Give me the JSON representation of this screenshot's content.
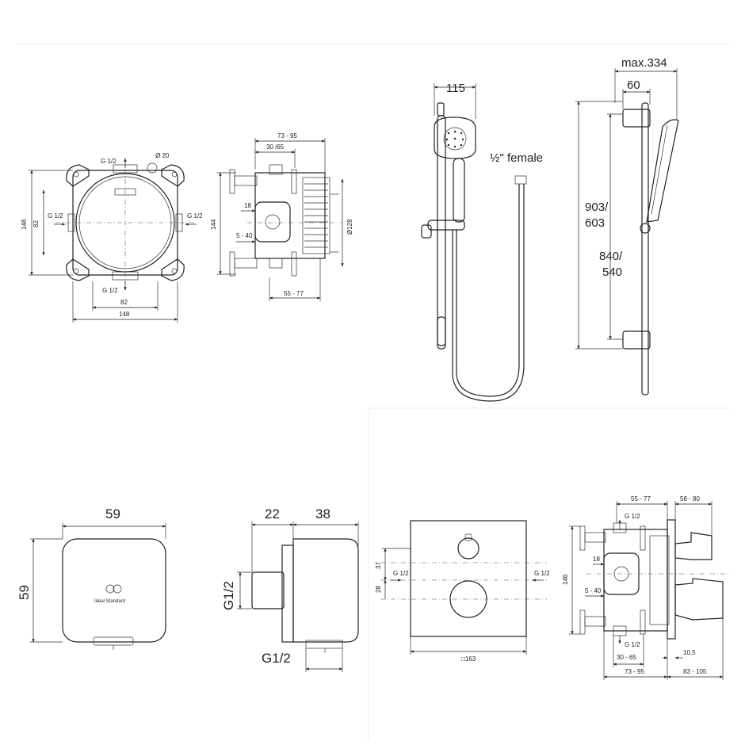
{
  "colors": {
    "ink": "#222222",
    "background": "#ffffff",
    "frame": "#e6e6e6"
  },
  "box_front": {
    "g_top": "G 1/2",
    "dia_20": "Ø 20",
    "g_left": "G 1/2",
    "g_right": "G 1/2",
    "g_bottom": "G 1/2",
    "h148": "148",
    "h82": "82",
    "w82": "82",
    "w148": "148"
  },
  "box_side": {
    "w73_95": "73 - 95",
    "w30_65": "30 /65",
    "h144": "144",
    "d18": "18",
    "d5_40": "5 - 40",
    "dia128": "Ø128",
    "w55_77": "55 - 77"
  },
  "shower": {
    "w115": "115",
    "female": "½\" female"
  },
  "rail": {
    "max334": "max.334",
    "w60": "60",
    "h903": "903/",
    "h603": "603",
    "h840": "840/",
    "h540": "540"
  },
  "outlet_front": {
    "w59": "59",
    "h59": "59",
    "brand": "Ideal Standard"
  },
  "outlet_side": {
    "w22": "22",
    "w38": "38",
    "g_side": "G1/2",
    "g_bottom": "G1/2"
  },
  "plate": {
    "d37": "37",
    "d28": "28",
    "g_left": "G 1/2",
    "g_right": "G 1/2",
    "w163": "□163"
  },
  "valve": {
    "w55_77": "55 - 77",
    "w58_80": "58 - 80",
    "g_top": "G 1/2",
    "h146": "146",
    "d18": "18",
    "d5_40": "5 - 40",
    "g_bottom": "G 1/2",
    "w30_65": "30 - 65",
    "w10_5": "10,5",
    "w73_95": "73 - 95",
    "w83_105": "83 - 105"
  }
}
